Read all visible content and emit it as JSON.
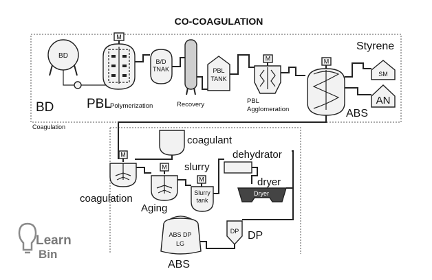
{
  "title": "CO-COAGULATION",
  "labels": {
    "bd_big": "BD",
    "bd_sphere": "BD",
    "pbl_big": "PBL",
    "polymerization": "Polymerization",
    "bd_tnak_1": "B/D",
    "bd_tnak_2": "TNAK",
    "recovery": "Recovery",
    "pbl_tank_1": "PBL",
    "pbl_tank_2": "TANK",
    "pbl_agglo_1": "PBL",
    "pbl_agglo_2": "Agglomeration",
    "styrene": "Styrene",
    "sm": "SM",
    "an": "AN",
    "abs_reactor": "ABS",
    "coagulation_small": "Coagulation",
    "coagulant": "coagulant",
    "slurry": "slurry",
    "dehydrator": "dehydrator",
    "dryer": "dryer",
    "dryer_box": "Dryer",
    "coagulation_big": "coagulation",
    "aging": "Aging",
    "slurry_tank_1": "Slurry",
    "slurry_tank_2": "tank",
    "dp_box": "DP",
    "dp_big": "DP",
    "bag_1": "ABS DP",
    "bag_2": "LG",
    "abs_bottom": "ABS",
    "motor": "M",
    "logo_1": "Learn",
    "logo_2": "Bin"
  }
}
